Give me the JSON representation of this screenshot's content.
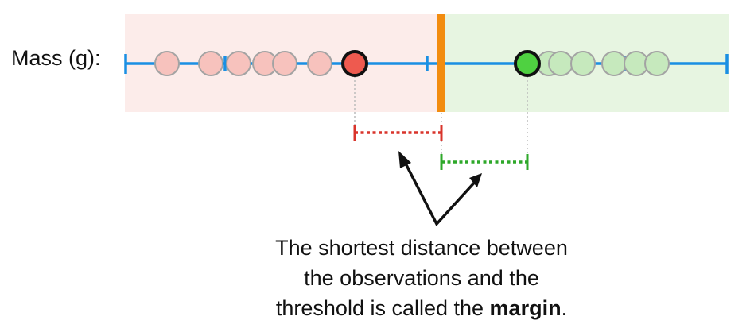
{
  "axis_label": "Mass (g):",
  "caption": {
    "line1": "The shortest distance between",
    "line2": "the observations and the",
    "line3_prefix": "threshold is called the ",
    "line3_bold": "margin",
    "line3_suffix": "."
  },
  "colors": {
    "left_region": "#fcecea",
    "right_region": "#e7f5e1",
    "axis": "#1a8fe3",
    "threshold": "#f28c0f",
    "red_point": "#ee5a4f",
    "red_faded": "#f7c2bd",
    "green_point": "#4fd141",
    "green_faded": "#c6e9bd",
    "red_margin": "#d9342b",
    "green_margin": "#2ea82a",
    "guide": "#bbbbbb",
    "arrow": "#111111"
  },
  "chart_data": {
    "type": "scatter",
    "threshold": 555,
    "red_observations": [
      210,
      265,
      300,
      333,
      358,
      402
    ],
    "red_closest": 446,
    "green_observations": [
      690,
      705,
      733,
      772,
      800,
      826
    ],
    "green_closest": 663
  }
}
